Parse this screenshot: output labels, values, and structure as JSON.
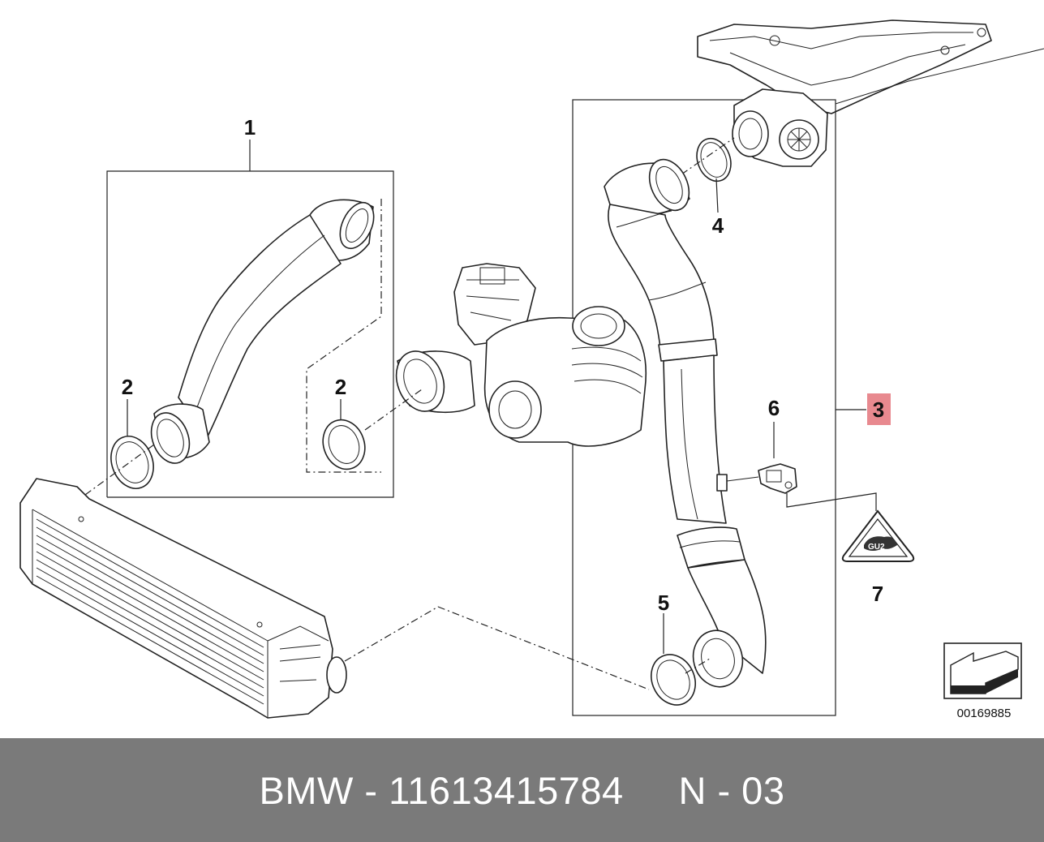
{
  "diagram": {
    "callouts": {
      "c1": "1",
      "c2a": "2",
      "c2b": "2",
      "c3": "3",
      "c4": "4",
      "c5": "5",
      "c6": "6",
      "c7": "7"
    },
    "diagram_id": "00169885",
    "highlight_color": "#e8898f"
  },
  "footer": {
    "text": "BMW - 11613415784     N - 03",
    "background": "#7a7a7a"
  }
}
